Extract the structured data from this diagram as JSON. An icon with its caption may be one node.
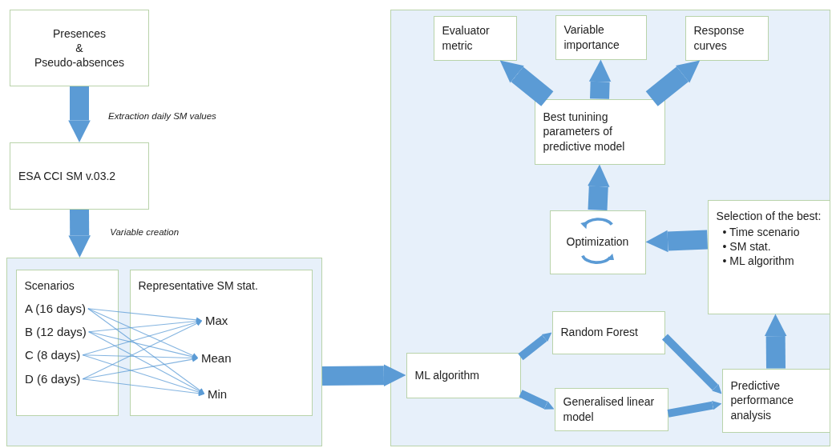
{
  "diagram": {
    "nodes": [
      {
        "text": [
          "Presences & Pseudo-absences"
        ]
      },
      {
        "text": [
          "ESA CCI SM v.03.2"
        ]
      },
      {
        "text": [],
        "shape": "box"
      },
      {
        "text": [
          "Scenarios"
        ],
        "in": 2
      },
      {
        "text": [
          "A (16 days)"
        ],
        "in": 3
      },
      {
        "text": [
          "B (12 days)"
        ],
        "in": 3
      },
      {
        "text": [
          "C (8 days)"
        ],
        "in": 3
      },
      {
        "text": [
          "D (6 days)"
        ],
        "in": 3
      },
      {
        "text": [
          "Representative SM stat."
        ],
        "in": 2
      },
      {
        "text": [
          "Max"
        ],
        "in": 8
      },
      {
        "text": [
          "Mean"
        ],
        "in": 8
      },
      {
        "text": [
          "Min"
        ],
        "in": 8
      },
      {
        "text": [],
        "shape": "box"
      },
      {
        "text": [
          "Evaluator metric"
        ],
        "in": 12
      },
      {
        "text": [
          "Variable importance"
        ],
        "in": 12
      },
      {
        "text": [
          "Response curves"
        ],
        "in": 12
      },
      {
        "text": [
          "Best tunining parameters of predictive model"
        ],
        "in": 12
      },
      {
        "text": [
          "Optimization"
        ],
        "in": 12
      },
      {
        "text": [
          "Selection of the best:",
          "• Time scenario",
          "• SM stat.",
          "• ML algorithm"
        ],
        "in": 12
      },
      {
        "text": [
          "ML algorithm"
        ],
        "in": 12
      },
      {
        "text": [
          "Random Forest"
        ],
        "in": 12
      },
      {
        "text": [
          "Generalised linear model"
        ],
        "in": 12
      },
      {
        "text": [
          "Predictive performance analysis"
        ],
        "in": 12
      }
    ],
    "edges": [
      {
        "from": 0,
        "to": 1,
        "arrow": "to",
        "label": "Extraction daily SM values",
        "style": "thick"
      },
      {
        "from": 1,
        "to": 2,
        "arrow": "to",
        "label": "Variable creation",
        "style": "thick"
      },
      {
        "from": 4,
        "to": 9,
        "arrow": "to"
      },
      {
        "from": 4,
        "to": 10,
        "arrow": "to"
      },
      {
        "from": 4,
        "to": 11,
        "arrow": "to"
      },
      {
        "from": 5,
        "to": 9,
        "arrow": "to"
      },
      {
        "from": 5,
        "to": 10,
        "arrow": "to"
      },
      {
        "from": 5,
        "to": 11,
        "arrow": "to"
      },
      {
        "from": 6,
        "to": 9,
        "arrow": "to"
      },
      {
        "from": 6,
        "to": 10,
        "arrow": "to"
      },
      {
        "from": 6,
        "to": 11,
        "arrow": "to"
      },
      {
        "from": 7,
        "to": 9,
        "arrow": "to"
      },
      {
        "from": 7,
        "to": 10,
        "arrow": "to"
      },
      {
        "from": 7,
        "to": 11,
        "arrow": "to"
      },
      {
        "from": 2,
        "to": 19,
        "arrow": "to",
        "style": "thick"
      },
      {
        "from": 19,
        "to": 20,
        "arrow": "to"
      },
      {
        "from": 19,
        "to": 21,
        "arrow": "to"
      },
      {
        "from": 20,
        "to": 22,
        "arrow": "to"
      },
      {
        "from": 21,
        "to": 22,
        "arrow": "to"
      },
      {
        "from": 22,
        "to": 18,
        "arrow": "to",
        "style": "thick"
      },
      {
        "from": 18,
        "to": 17,
        "arrow": "to",
        "style": "thick"
      },
      {
        "from": 17,
        "to": 16,
        "arrow": "to",
        "style": "thick"
      },
      {
        "from": 16,
        "to": 13,
        "arrow": "to",
        "style": "thick"
      },
      {
        "from": 16,
        "to": 14,
        "arrow": "to",
        "style": "thick"
      },
      {
        "from": 16,
        "to": 15,
        "arrow": "to",
        "style": "thick"
      }
    ]
  }
}
